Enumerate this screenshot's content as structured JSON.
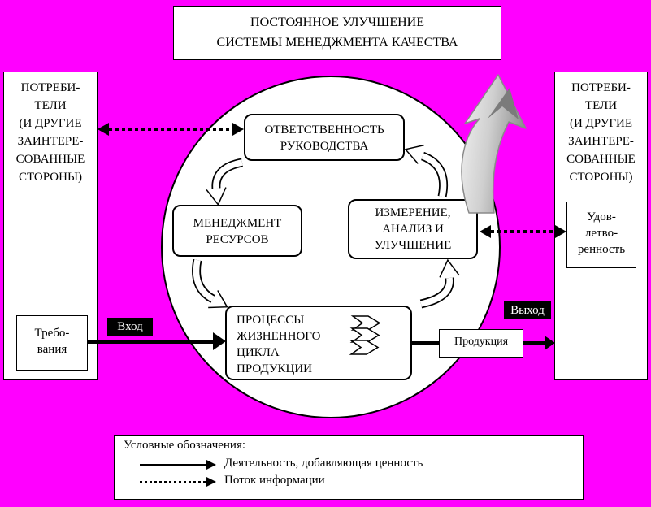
{
  "colors": {
    "background": "#FF00FF",
    "box_fill": "#FFFFFF",
    "line": "#000000",
    "label_bg": "#000000",
    "label_text": "#FFFFFF",
    "improvement_arrow_light": "#F2F2F2",
    "improvement_arrow_dark": "#7B7B7B"
  },
  "title_box": {
    "lines": [
      "ПОСТОЯННОЕ УЛУЧШЕНИЕ",
      "СИСТЕМЫ МЕНЕДЖМЕНТА КАЧЕСТВА"
    ]
  },
  "stakeholders_left": {
    "lines": [
      "ПОТРЕБИ-",
      "ТЕЛИ",
      "(И ДРУГИЕ",
      "ЗАИНТЕРЕ-",
      "СОВАННЫЕ",
      "СТОРОНЫ)"
    ]
  },
  "stakeholders_right": {
    "lines": [
      "ПОТРЕБИ-",
      "ТЕЛИ",
      "(И ДРУГИЕ",
      "ЗАИНТЕРЕ-",
      "СОВАННЫЕ",
      "СТОРОНЫ)"
    ]
  },
  "requirements_box": {
    "lines": [
      "Требо-",
      "вания"
    ]
  },
  "satisfaction_box": {
    "lines": [
      "Удов-",
      "летво-",
      "ренность"
    ]
  },
  "cycle": {
    "management_responsibility": {
      "lines": [
        "ОТВЕТСТВЕННОСТЬ",
        "РУКОВОДСТВА"
      ]
    },
    "resource_management": {
      "lines": [
        "МЕНЕДЖМЕНТ",
        "РЕСУРСОВ"
      ]
    },
    "measurement_analysis_improvement": {
      "lines": [
        "ИЗМЕРЕНИЕ,",
        "АНАЛИЗ И",
        "УЛУЧШЕНИЕ"
      ]
    },
    "product_realization": {
      "lines": [
        "ПРОЦЕССЫ",
        "ЖИЗНЕННОГО",
        "ЦИКЛА",
        "ПРОДУКЦИИ"
      ]
    }
  },
  "flow_labels": {
    "input": "Вход",
    "output": "Выход",
    "product": "Продукция"
  },
  "legend": {
    "title": "Условные обозначения:",
    "solid_label": "Деятельность, добавляющая ценность",
    "dotted_label": "Поток информации"
  }
}
